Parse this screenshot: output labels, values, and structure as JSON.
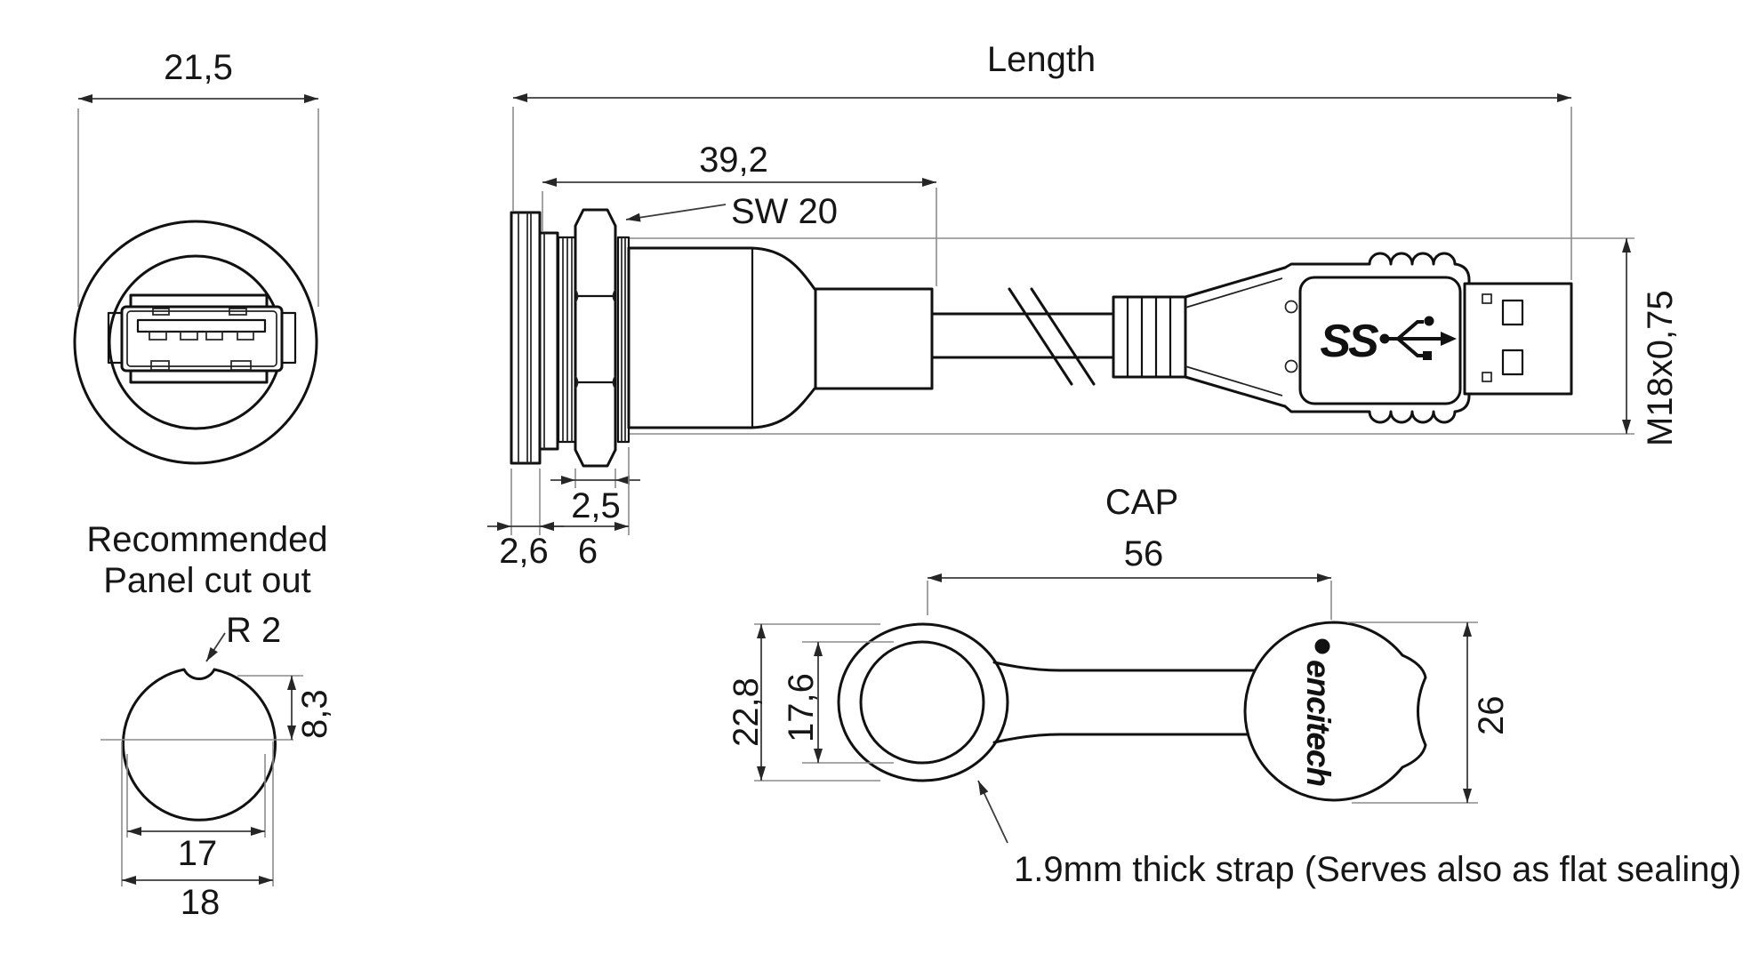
{
  "front_view": {
    "width_dim": "21,5"
  },
  "panel_cutout": {
    "title_line1": "Recommended",
    "title_line2": "Panel cut out",
    "radius_dim": "R 2",
    "height_dim": "8,3",
    "flat_width_dim": "17",
    "diameter_dim": "18"
  },
  "side_view": {
    "length_label": "Length",
    "front_length_dim": "39,2",
    "wrench_size": "SW 20",
    "nut_thickness_dim": "2,5",
    "bezel_thickness_dim": "2,6",
    "thread_length_dim": "6",
    "thread_spec": "M18x0,75",
    "usb_logo": "SS"
  },
  "cap_view": {
    "title": "CAP",
    "strap_length_dim": "56",
    "ring_outer_dim": "22,8",
    "ring_inner_dim": "17,6",
    "cap_diameter_dim": "26",
    "brand": "encitech",
    "note": "1.9mm thick strap (Serves also as flat sealing)"
  }
}
